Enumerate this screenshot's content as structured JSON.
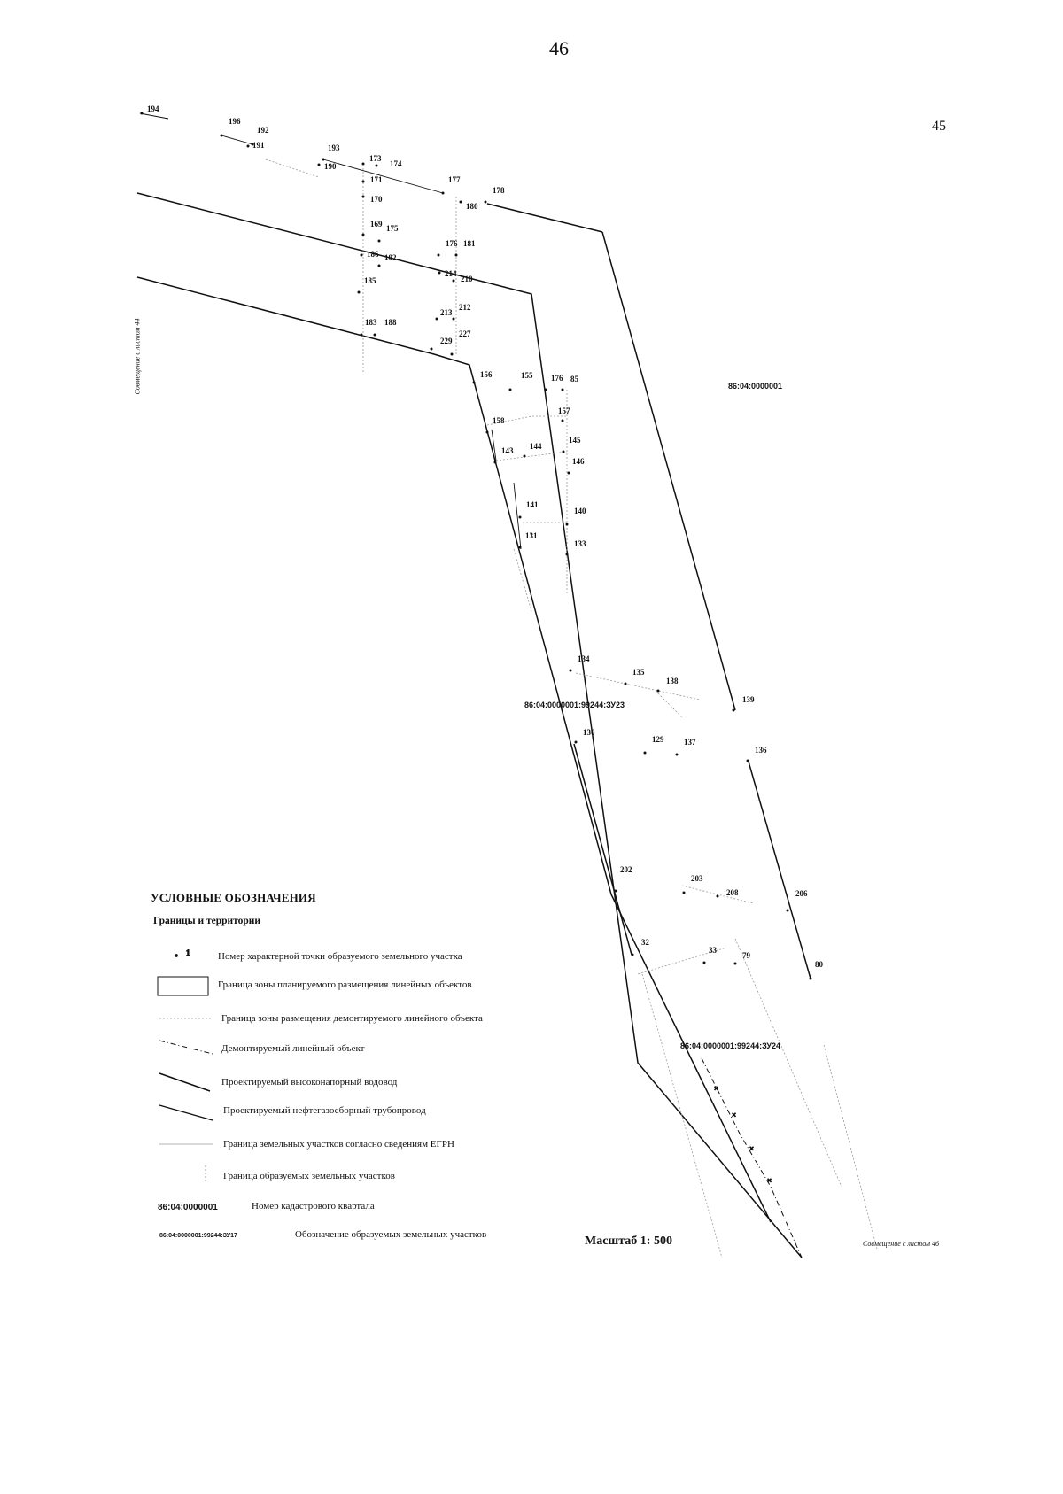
{
  "page_number": "46",
  "sheet_number": "45",
  "map": {
    "quarter_label": "86:04:0000001",
    "parcels": [
      {
        "label": "86:04:0000001:99244:ЗУ23"
      },
      {
        "label": "86:04:0000001:99244:ЗУ24"
      }
    ],
    "points": [
      {
        "label": "194"
      },
      {
        "label": "196"
      },
      {
        "label": "192"
      },
      {
        "label": "191"
      },
      {
        "label": "193"
      },
      {
        "label": "190"
      },
      {
        "label": "173"
      },
      {
        "label": "174"
      },
      {
        "label": "171"
      },
      {
        "label": "170"
      },
      {
        "label": "177"
      },
      {
        "label": "180"
      },
      {
        "label": "178"
      },
      {
        "label": "169"
      },
      {
        "label": "175"
      },
      {
        "label": "176"
      },
      {
        "label": "181"
      },
      {
        "label": "186"
      },
      {
        "label": "182"
      },
      {
        "label": "214"
      },
      {
        "label": "210"
      },
      {
        "label": "185"
      },
      {
        "label": "213"
      },
      {
        "label": "212"
      },
      {
        "label": "183"
      },
      {
        "label": "188"
      },
      {
        "label": "227"
      },
      {
        "label": "229"
      },
      {
        "label": "156"
      },
      {
        "label": "155"
      },
      {
        "label": "176"
      },
      {
        "label": "85"
      },
      {
        "label": "157"
      },
      {
        "label": "158"
      },
      {
        "label": "145"
      },
      {
        "label": "143"
      },
      {
        "label": "144"
      },
      {
        "label": "146"
      },
      {
        "label": "141"
      },
      {
        "label": "140"
      },
      {
        "label": "131"
      },
      {
        "label": "133"
      },
      {
        "label": "134"
      },
      {
        "label": "135"
      },
      {
        "label": "138"
      },
      {
        "label": "139"
      },
      {
        "label": "130"
      },
      {
        "label": "129"
      },
      {
        "label": "137"
      },
      {
        "label": "136"
      },
      {
        "label": "202"
      },
      {
        "label": "203"
      },
      {
        "label": "208"
      },
      {
        "label": "206"
      },
      {
        "label": "32"
      },
      {
        "label": "33"
      },
      {
        "label": "79"
      },
      {
        "label": "80"
      }
    ]
  },
  "legend": {
    "title": "УСЛОВНЫЕ ОБОЗНАЧЕНИЯ",
    "subtitle": "Границы и территории",
    "point_symbol_label": "1",
    "items": [
      {
        "text": "Номер характерной точки образуемого земельного участка"
      },
      {
        "text": "Граница зоны планируемого размещения линейных объектов"
      },
      {
        "text": "Граница зоны размещения демонтируемого линейного объекта"
      },
      {
        "text": "Демонтируемый линейный объект"
      },
      {
        "text": "Проектируемый высоконапорный водовод"
      },
      {
        "text": "Проектируемый нефтегазосборный трубопровод"
      },
      {
        "text": "Граница земельных участков согласно сведениям ЕГРН"
      },
      {
        "text": "Граница образуемых земельных участков"
      }
    ],
    "quarter_code": "86:04:0000001",
    "quarter_desc": "Номер кадастрового квартала",
    "parcel_code": "86:04:0000001:99244:ЗУ17",
    "parcel_desc": "Обозначение образуемых земельных участков"
  },
  "scale": "Масштаб 1: 500",
  "side_notes": {
    "left": "Совмещение с листом 44",
    "right": "Совмещение с листом 46"
  },
  "colors": {
    "ink": "#111111",
    "grey": "#9a9a9a"
  }
}
